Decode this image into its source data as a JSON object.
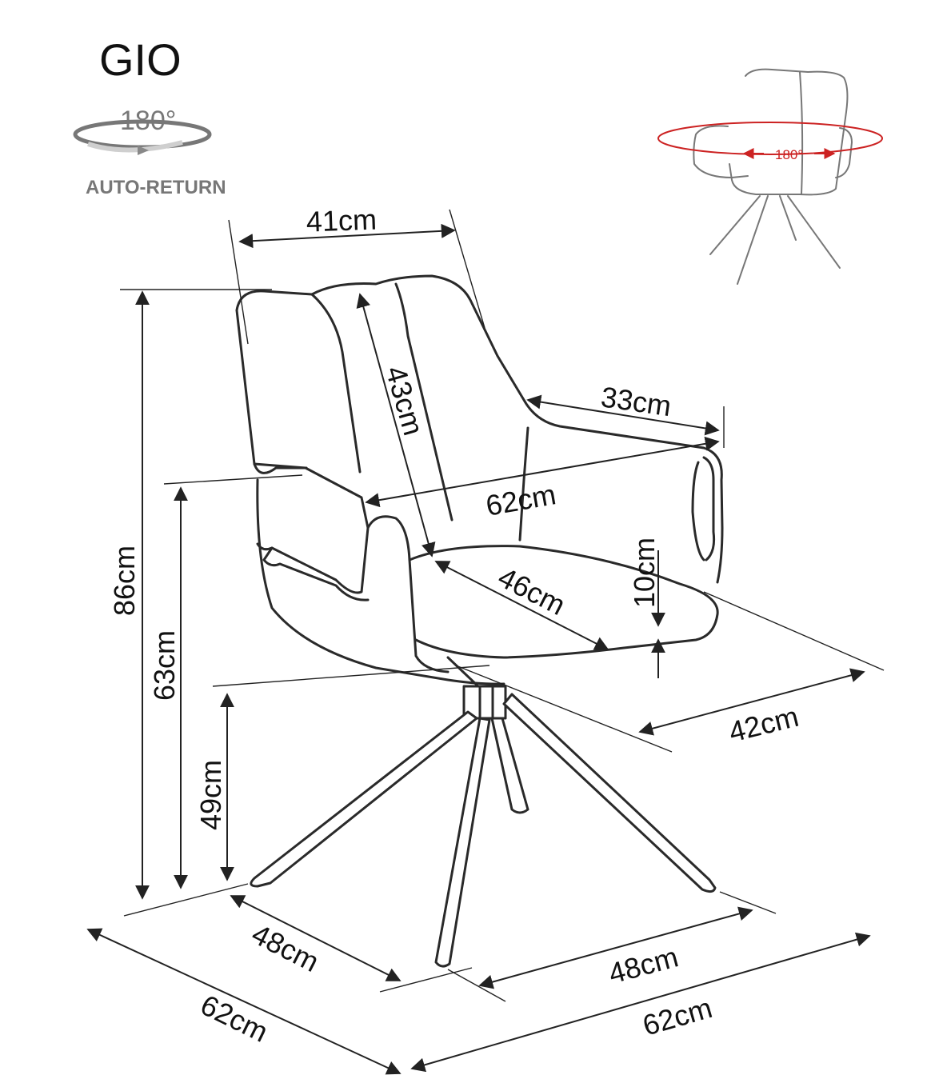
{
  "product": {
    "name": "GIO"
  },
  "swivel_badge": {
    "angle_label": "180°",
    "caption": "AUTO-RETURN",
    "icon": "swivel-rotation-icon"
  },
  "preview": {
    "angle_label": "180°",
    "accent_color": "#cc2222",
    "icon": "chair-rotation-icon"
  },
  "dimensions": {
    "backrest_width": "41cm",
    "backrest_height": "43cm",
    "armrest_length": "33cm",
    "total_width_arms": "62cm",
    "armrest_above_seat": "10cm",
    "seat_depth": "46cm",
    "seat_width": "42cm",
    "total_height": "86cm",
    "armrest_height": "63cm",
    "seat_height": "49cm",
    "base_depth": "48cm",
    "base_width": "48cm",
    "overall_depth": "62cm",
    "overall_width": "62cm"
  },
  "colors": {
    "line": "#222222",
    "accent": "#cc2222"
  }
}
